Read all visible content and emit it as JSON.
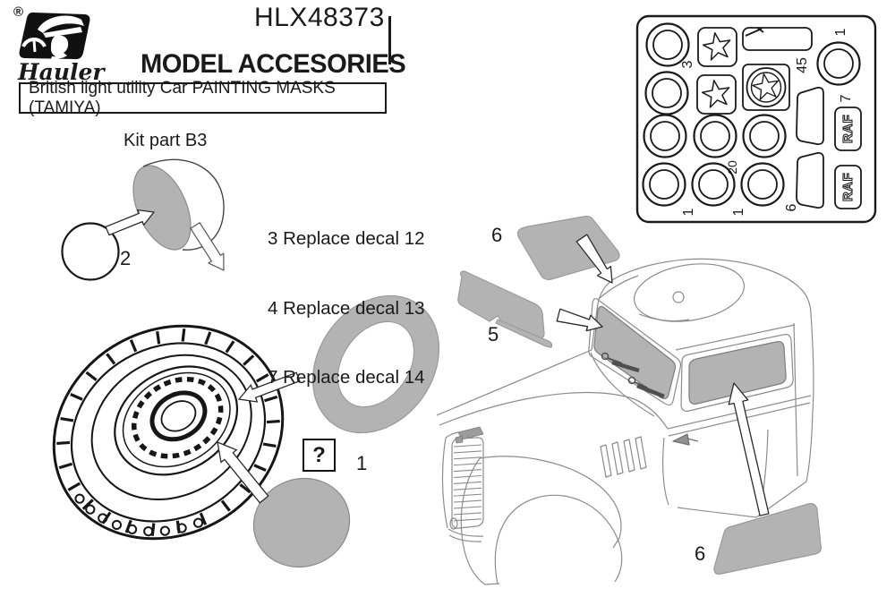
{
  "header": {
    "registered": "®",
    "brand_script": "Hauler",
    "product_code": "HLX48373",
    "title": "MODEL ACCESORIES",
    "subtitle": "British light utility Car PAINTING MASKS (TAMIYA)"
  },
  "instructions": {
    "kit_part": "Kit part B3",
    "replace_lines": [
      "3 Replace decal 12",
      "4 Replace decal 13",
      "7 Replace decal 14"
    ]
  },
  "diagram_labels": {
    "headlight_mask": "2",
    "wheel_ring_mask": "1",
    "unknown_marker": "?",
    "windshield_mask": "5",
    "roof_front_mask": "6",
    "side_window_mask": "6"
  },
  "mask_sheet": {
    "label_rings_top": "3",
    "label_mid": "45",
    "label_corner_ring": "1",
    "label_raf_masks": "7",
    "raf_text": "RAF",
    "label_small_rings": "20",
    "label_ring_a": "1",
    "label_ring_b": "1",
    "label_windows": "6"
  },
  "colors": {
    "mask_gray": "#b3b3b3",
    "ink": "#1a1a1a",
    "line_gray": "#8c8c8c"
  }
}
